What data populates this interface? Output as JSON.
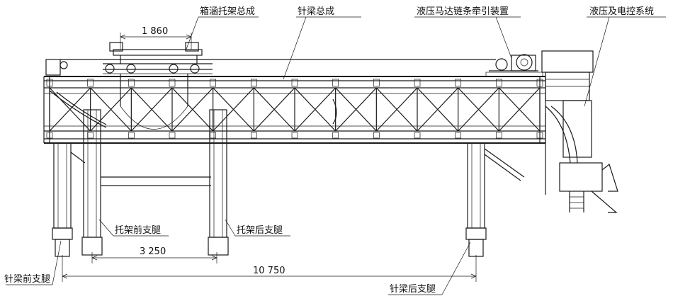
{
  "labels": {
    "tray_assembly": "箱涵托架总成",
    "needle_beam_assembly": "针梁总成",
    "hydraulic_chain_drive": "液压马达链条牵引装置",
    "hydraulic_electric_system": "液压及电控系统",
    "tray_front_leg": "托架前支腿",
    "tray_rear_leg": "托架后支腿",
    "needle_beam_front_leg": "针梁前支腿",
    "needle_beam_rear_leg": "针梁后支腿"
  },
  "dimensions": {
    "top_width": "1 860",
    "tray_leg_span": "3 250",
    "overall_span": "10 750"
  }
}
